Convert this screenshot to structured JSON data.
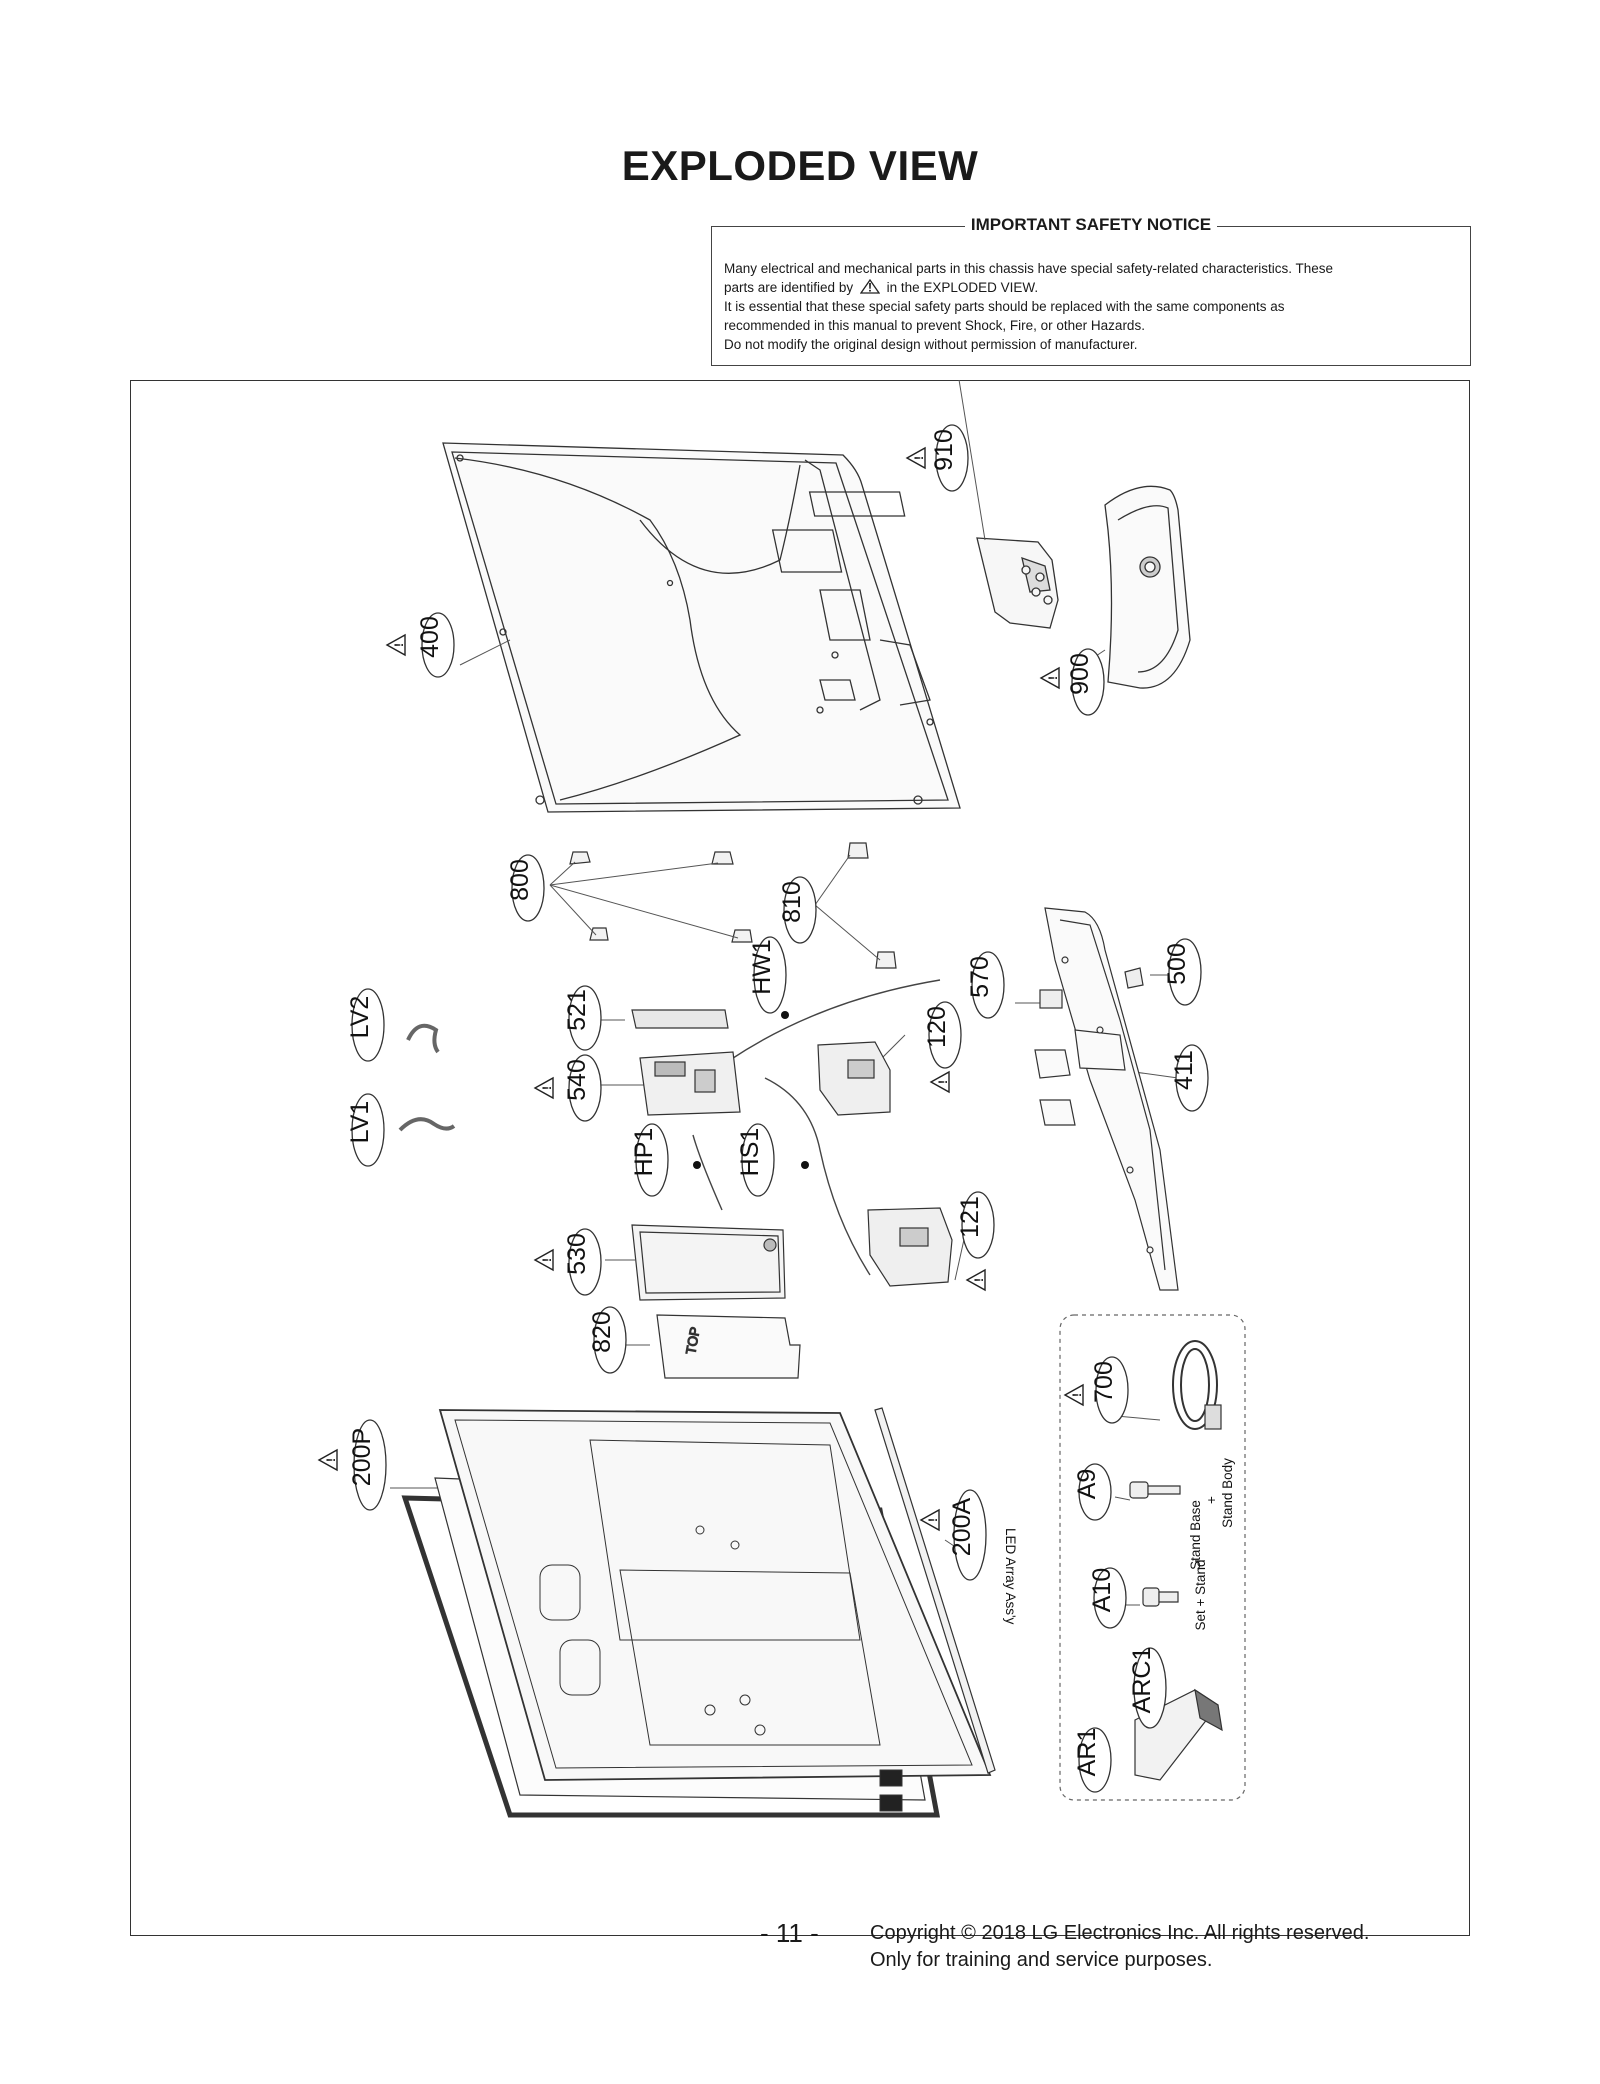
{
  "page": {
    "title": "EXPLODED VIEW",
    "page_number": "- 11 -",
    "copyright_line1": "Copyright © 2018 LG Electronics Inc. All rights reserved.",
    "copyright_line2": "Only for training and service purposes."
  },
  "notice": {
    "title": "IMPORTANT SAFETY NOTICE",
    "line1": "Many electrical and mechanical parts in this chassis have special safety-related characteristics. These",
    "line2_before_icon": "parts are identified by",
    "line2_after_icon": "in the EXPLODED VIEW.",
    "line3": "It is essential that these special safety parts should be replaced with the same components as",
    "line4": "recommended in this manual to prevent Shock, Fire, or other Hazards.",
    "line5": "Do not modify the original design without permission of manufacturer."
  },
  "diagram": {
    "warning_symbol": "!",
    "callouts": {
      "p400": "400",
      "p910": "910",
      "p900": "900",
      "p800": "800",
      "p810": "810",
      "p521": "521",
      "pHW1": "HW1",
      "p570": "570",
      "p500": "500",
      "pLV2": "LV2",
      "pLV1": "LV1",
      "p540": "540",
      "p120": "120",
      "p411": "411",
      "pHP1": "HP1",
      "pHS1": "HS1",
      "p121": "121",
      "p530": "530",
      "p820": "820",
      "p700": "700",
      "p200P": "200P",
      "p200A": "200A",
      "pA9": "A9",
      "pA10": "A10",
      "pARC1": "ARC1",
      "pAR1": "AR1"
    },
    "labels": {
      "led_array": "LED Array Ass'y",
      "stand_base": "Stand Base",
      "plus": "+",
      "stand_body": "Stand Body",
      "set_stand": "Set + Stand",
      "top_marking": "TOP"
    }
  }
}
